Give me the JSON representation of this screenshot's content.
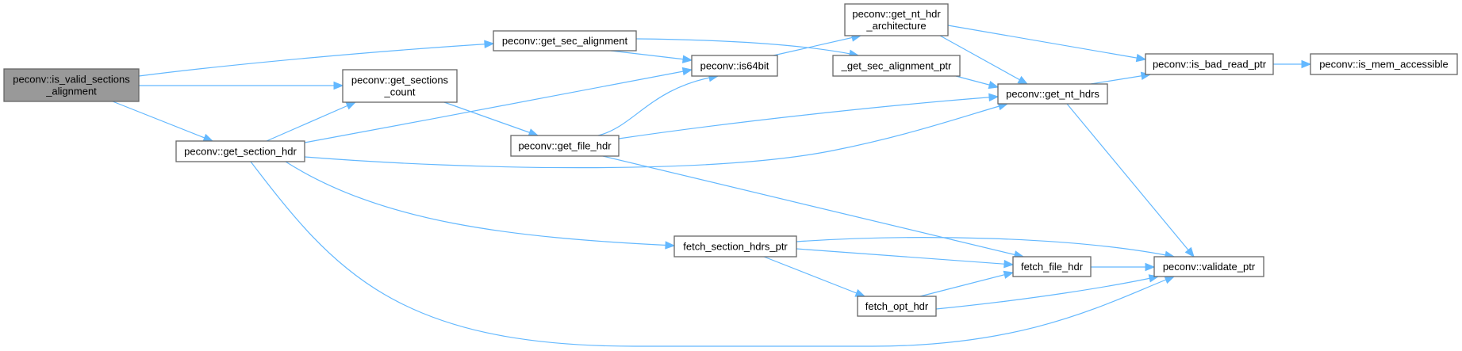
{
  "diagram": {
    "type": "call-graph",
    "edge_color": "#63b8ff",
    "root_fill": "#999999",
    "node_fill": "#ffffff",
    "border_color": "#666666",
    "nodes": [
      {
        "id": "is_valid_sections_alignment",
        "lines": [
          "peconv::is_valid_sections",
          "_alignment"
        ],
        "root": true
      },
      {
        "id": "get_sec_alignment",
        "lines": [
          "peconv::get_sec_alignment"
        ]
      },
      {
        "id": "get_sections_count",
        "lines": [
          "peconv::get_sections",
          "_count"
        ]
      },
      {
        "id": "get_section_hdr",
        "lines": [
          "peconv::get_section_hdr"
        ]
      },
      {
        "id": "is64bit",
        "lines": [
          "peconv::is64bit"
        ]
      },
      {
        "id": "get_file_hdr",
        "lines": [
          "peconv::get_file_hdr"
        ]
      },
      {
        "id": "get_nt_hdr_architecture",
        "lines": [
          "peconv::get_nt_hdr",
          "_architecture"
        ]
      },
      {
        "id": "get_sec_alignment_ptr",
        "lines": [
          "_get_sec_alignment_ptr"
        ]
      },
      {
        "id": "get_nt_hdrs",
        "lines": [
          "peconv::get_nt_hdrs"
        ]
      },
      {
        "id": "is_bad_read_ptr",
        "lines": [
          "peconv::is_bad_read_ptr"
        ]
      },
      {
        "id": "is_mem_accessible",
        "lines": [
          "peconv::is_mem_accessible"
        ]
      },
      {
        "id": "fetch_section_hdrs_ptr",
        "lines": [
          "fetch_section_hdrs_ptr"
        ]
      },
      {
        "id": "fetch_file_hdr",
        "lines": [
          "fetch_file_hdr"
        ]
      },
      {
        "id": "fetch_opt_hdr",
        "lines": [
          "fetch_opt_hdr"
        ]
      },
      {
        "id": "validate_ptr",
        "lines": [
          "peconv::validate_ptr"
        ]
      }
    ],
    "edges": [
      {
        "from": "is_valid_sections_alignment",
        "to": "get_sec_alignment"
      },
      {
        "from": "is_valid_sections_alignment",
        "to": "get_sections_count"
      },
      {
        "from": "is_valid_sections_alignment",
        "to": "get_section_hdr"
      },
      {
        "from": "get_sec_alignment",
        "to": "is64bit"
      },
      {
        "from": "get_sec_alignment",
        "to": "get_sec_alignment_ptr"
      },
      {
        "from": "get_sections_count",
        "to": "get_file_hdr"
      },
      {
        "from": "get_section_hdr",
        "to": "get_sections_count"
      },
      {
        "from": "get_section_hdr",
        "to": "is64bit"
      },
      {
        "from": "get_section_hdr",
        "to": "get_nt_hdrs"
      },
      {
        "from": "get_section_hdr",
        "to": "fetch_section_hdrs_ptr"
      },
      {
        "from": "get_section_hdr",
        "to": "validate_ptr"
      },
      {
        "from": "get_file_hdr",
        "to": "is64bit"
      },
      {
        "from": "get_file_hdr",
        "to": "get_nt_hdrs"
      },
      {
        "from": "get_file_hdr",
        "to": "fetch_file_hdr"
      },
      {
        "from": "is64bit",
        "to": "get_nt_hdr_architecture"
      },
      {
        "from": "get_nt_hdr_architecture",
        "to": "get_nt_hdrs"
      },
      {
        "from": "get_nt_hdr_architecture",
        "to": "is_bad_read_ptr"
      },
      {
        "from": "get_sec_alignment_ptr",
        "to": "get_nt_hdrs"
      },
      {
        "from": "get_nt_hdrs",
        "to": "is_bad_read_ptr"
      },
      {
        "from": "get_nt_hdrs",
        "to": "validate_ptr"
      },
      {
        "from": "is_bad_read_ptr",
        "to": "is_mem_accessible"
      },
      {
        "from": "fetch_section_hdrs_ptr",
        "to": "fetch_file_hdr"
      },
      {
        "from": "fetch_section_hdrs_ptr",
        "to": "fetch_opt_hdr"
      },
      {
        "from": "fetch_section_hdrs_ptr",
        "to": "validate_ptr"
      },
      {
        "from": "fetch_file_hdr",
        "to": "validate_ptr"
      },
      {
        "from": "fetch_opt_hdr",
        "to": "fetch_file_hdr"
      },
      {
        "from": "fetch_opt_hdr",
        "to": "validate_ptr"
      }
    ]
  }
}
